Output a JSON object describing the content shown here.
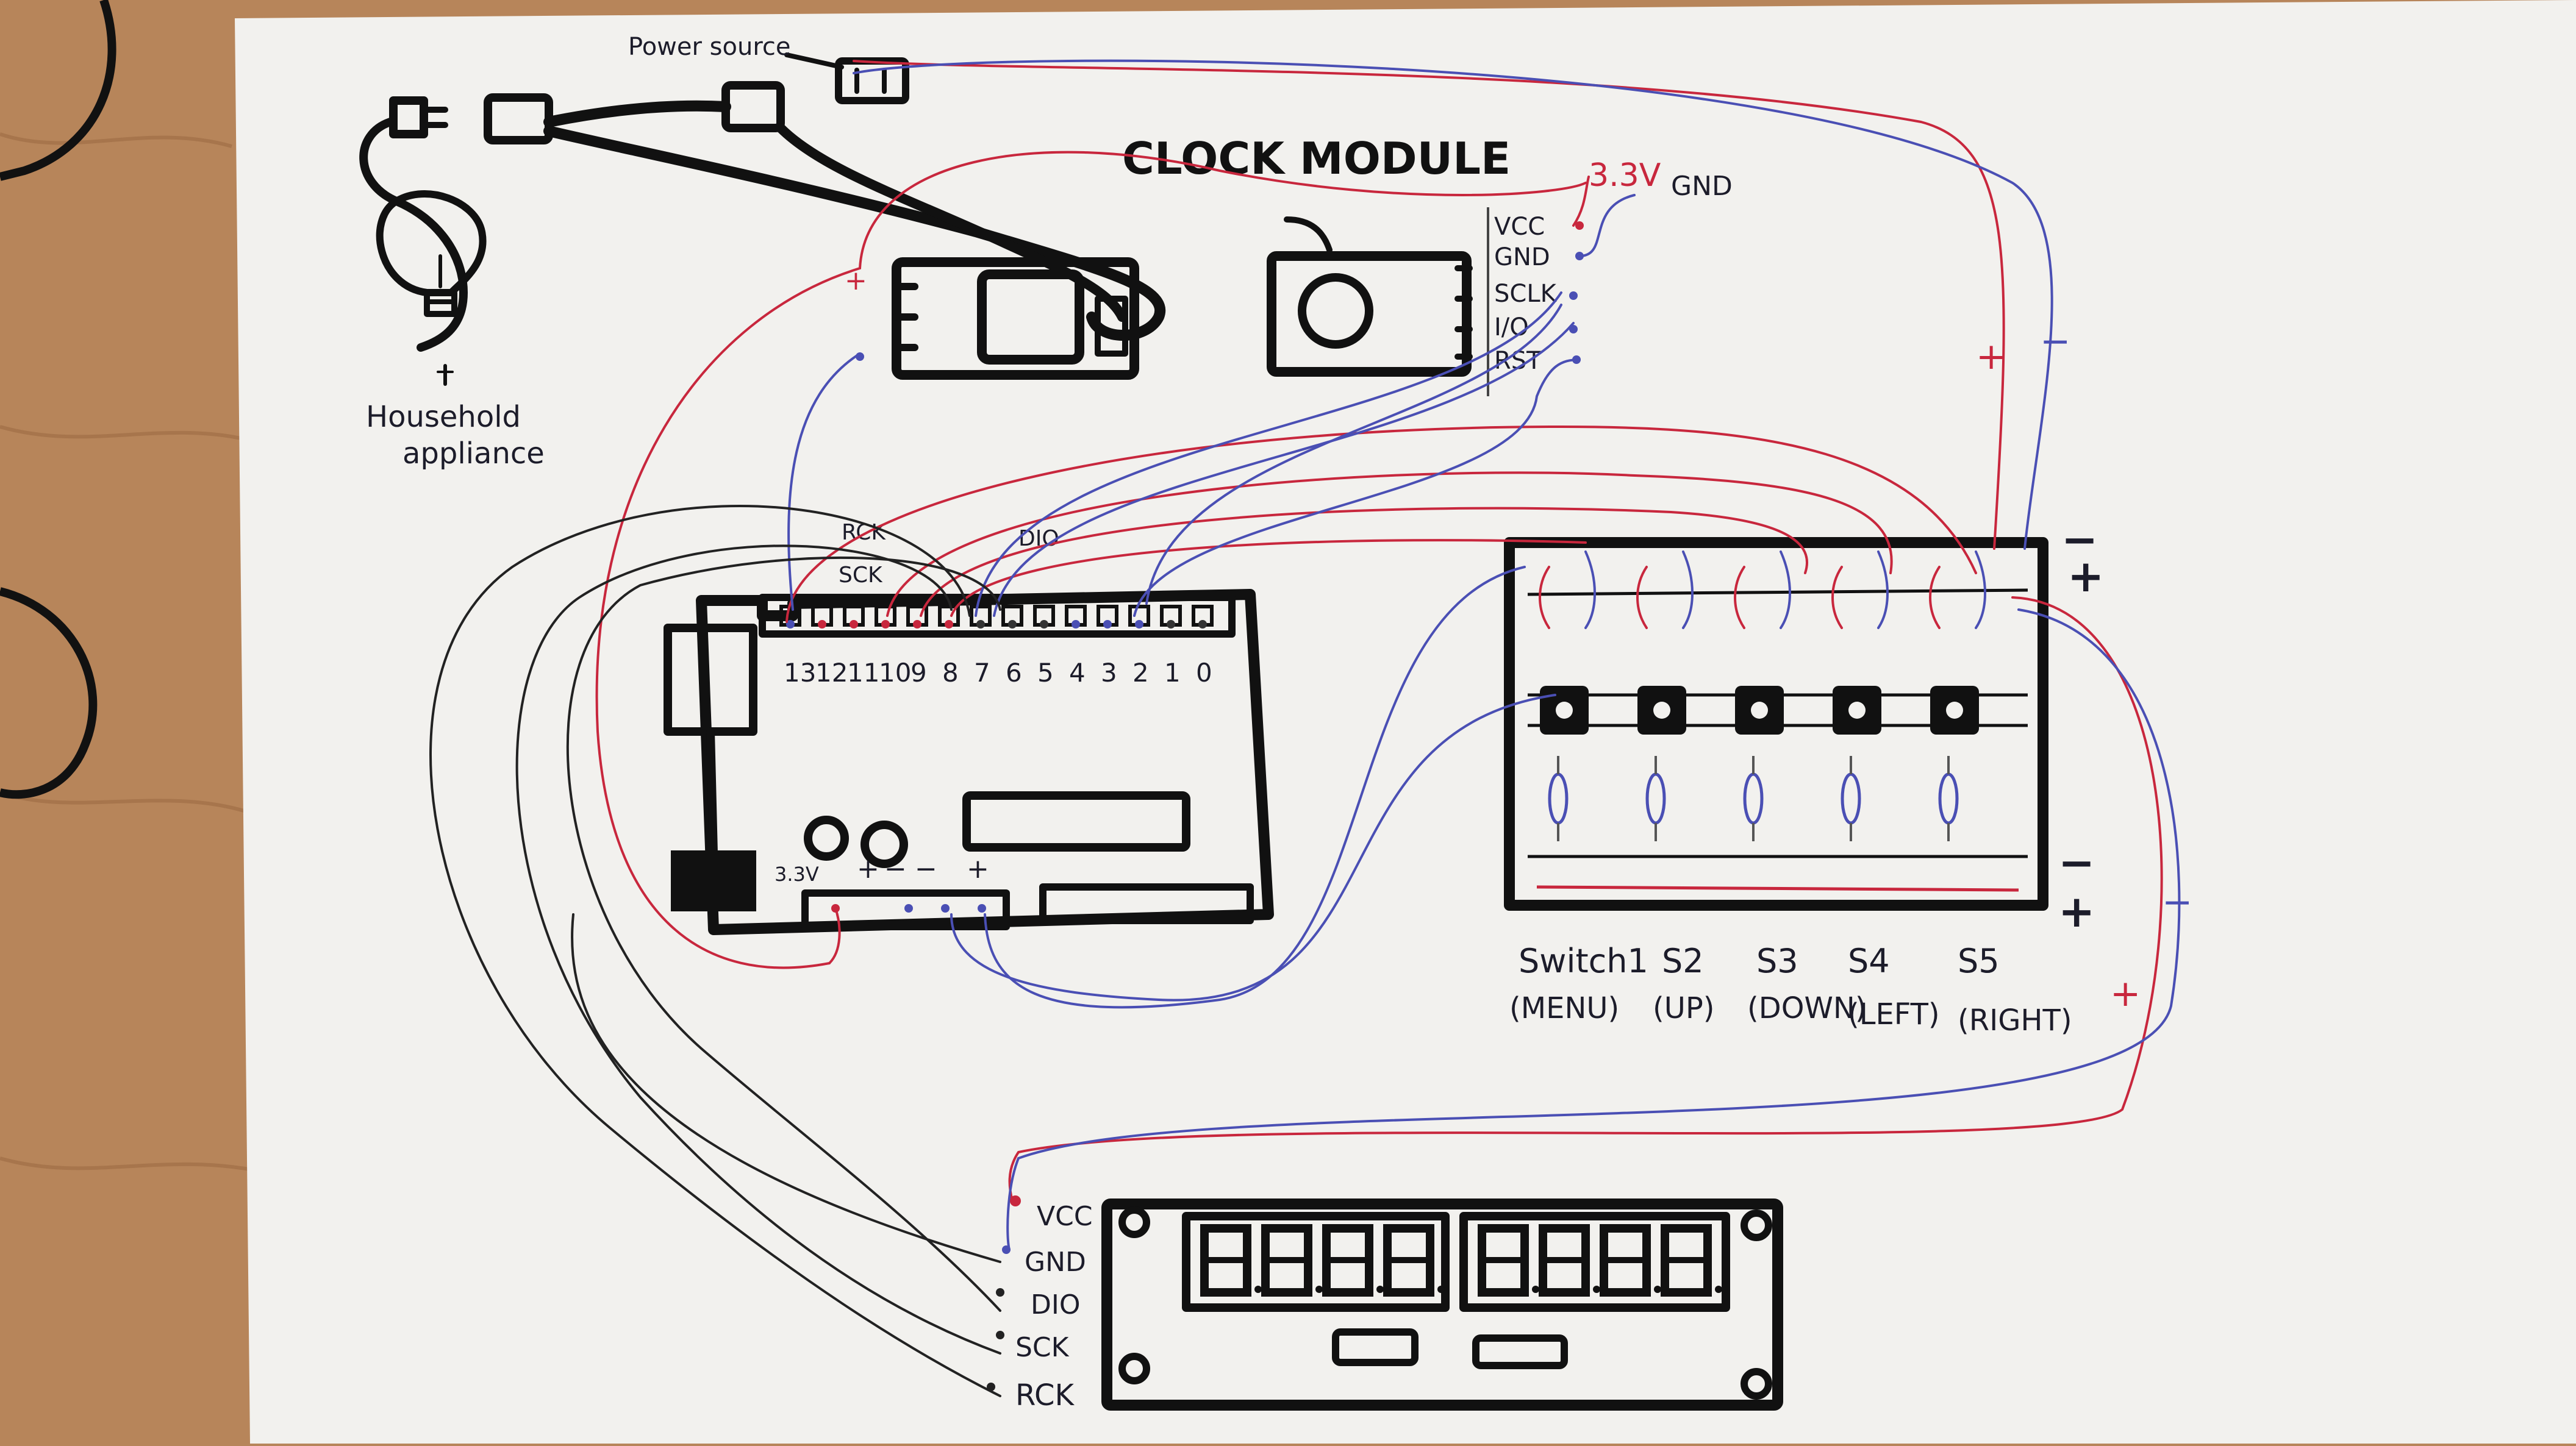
{
  "labels": {
    "power_source": "Power source",
    "household_line1": "Household",
    "household_line2": "appliance",
    "clock_title": "CLOCK MODULE",
    "clock_pins": [
      "VCC",
      "GND",
      "SCLK",
      "I/O",
      "RST"
    ],
    "voltage": "3.3V",
    "gnd_tag": "GND",
    "rck": "RCK",
    "sck": "SCK",
    "dio": "DIO",
    "pin_numbers": [
      "13",
      "12",
      "11",
      "10",
      "9",
      "8",
      "7",
      "6",
      "5",
      "4",
      "3",
      "2",
      "1",
      "0"
    ],
    "power_pins_label": "3.3V",
    "minus": "−",
    "plus": "+",
    "switches": [
      {
        "name": "Switch1",
        "role": "(MENU)"
      },
      {
        "name": "S2",
        "role": "(UP)"
      },
      {
        "name": "S3",
        "role": "(DOWN)"
      },
      {
        "name": "S4",
        "role": "(LEFT)"
      },
      {
        "name": "S5",
        "role": "(RIGHT)"
      }
    ],
    "display_pins": [
      "VCC",
      "GND",
      "DIO",
      "SCK",
      "RCK"
    ]
  },
  "colors": {
    "paper": "#f2f1ee",
    "ink": "#111111",
    "red_wire": "#c8273d",
    "blue_wire": "#4a4fb4",
    "table": "#b7855a"
  }
}
